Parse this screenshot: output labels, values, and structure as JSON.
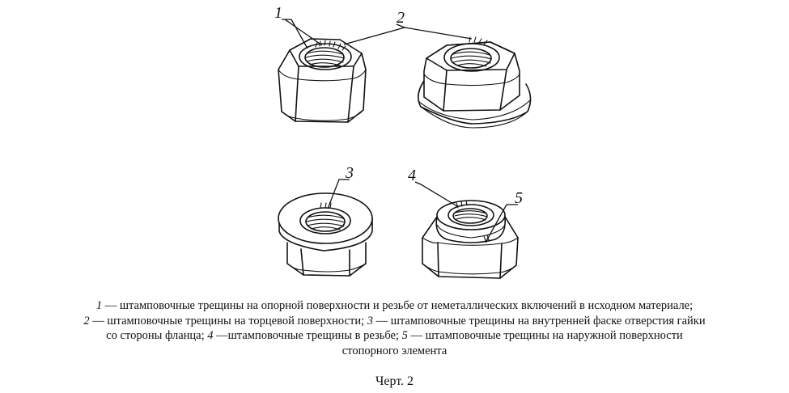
{
  "callouts": [
    "1",
    "2",
    "3",
    "4",
    "5"
  ],
  "caption": {
    "line1": {
      "n1": "1",
      "t1": " — штамповочные трещины на опорной поверхности и резьбе от неметаллических включений в исходном материале;"
    },
    "line2": {
      "n2": "2",
      "t2": " — штамповочные трещины на торцевой поверхности; ",
      "n3": "3",
      "t3": " — штамповочные трещины на внутренней фаске отверстия гайки"
    },
    "line3": {
      "t3b": "со стороны фланца; ",
      "n4": "4",
      "t4": " —штамповочные трещины в резьбе; ",
      "n5": "5",
      "t5": " — штамповочные трещины на наружной поверхности"
    },
    "line4": {
      "t5b": "стопорного элемента"
    }
  },
  "figure_number": "Черт. 2"
}
